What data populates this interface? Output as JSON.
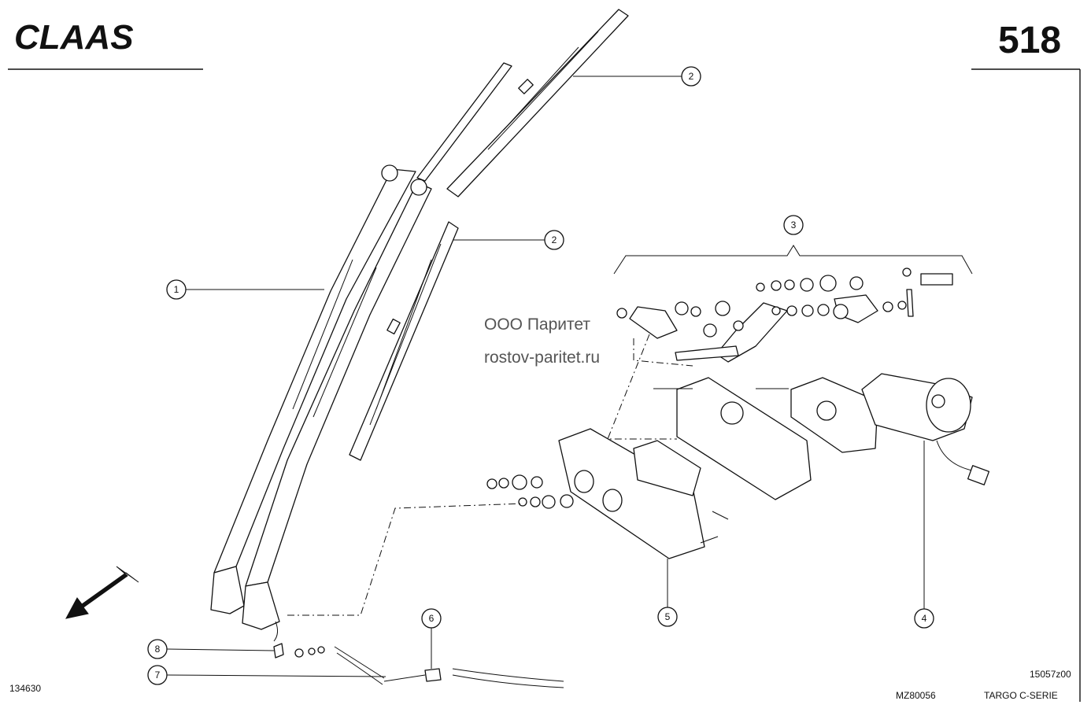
{
  "header": {
    "brand_logo": "CLAAS",
    "page_number": "518"
  },
  "callouts": [
    {
      "id": "1",
      "label": "1"
    },
    {
      "id": "2a",
      "label": "2"
    },
    {
      "id": "2b",
      "label": "2"
    },
    {
      "id": "3",
      "label": "3"
    },
    {
      "id": "4",
      "label": "4"
    },
    {
      "id": "5",
      "label": "5"
    },
    {
      "id": "6",
      "label": "6"
    },
    {
      "id": "7",
      "label": "7"
    },
    {
      "id": "8",
      "label": "8"
    }
  ],
  "watermark": {
    "line1": "ООО Паритет",
    "line2": "rostov-paritet.ru"
  },
  "footer": {
    "left_code": "134630",
    "drawing_code": "MZ80056",
    "right_code": "15057z00",
    "series": "TARGO C-SERIE"
  },
  "icons": {
    "direction_arrow": "arrow-down-left-icon"
  }
}
